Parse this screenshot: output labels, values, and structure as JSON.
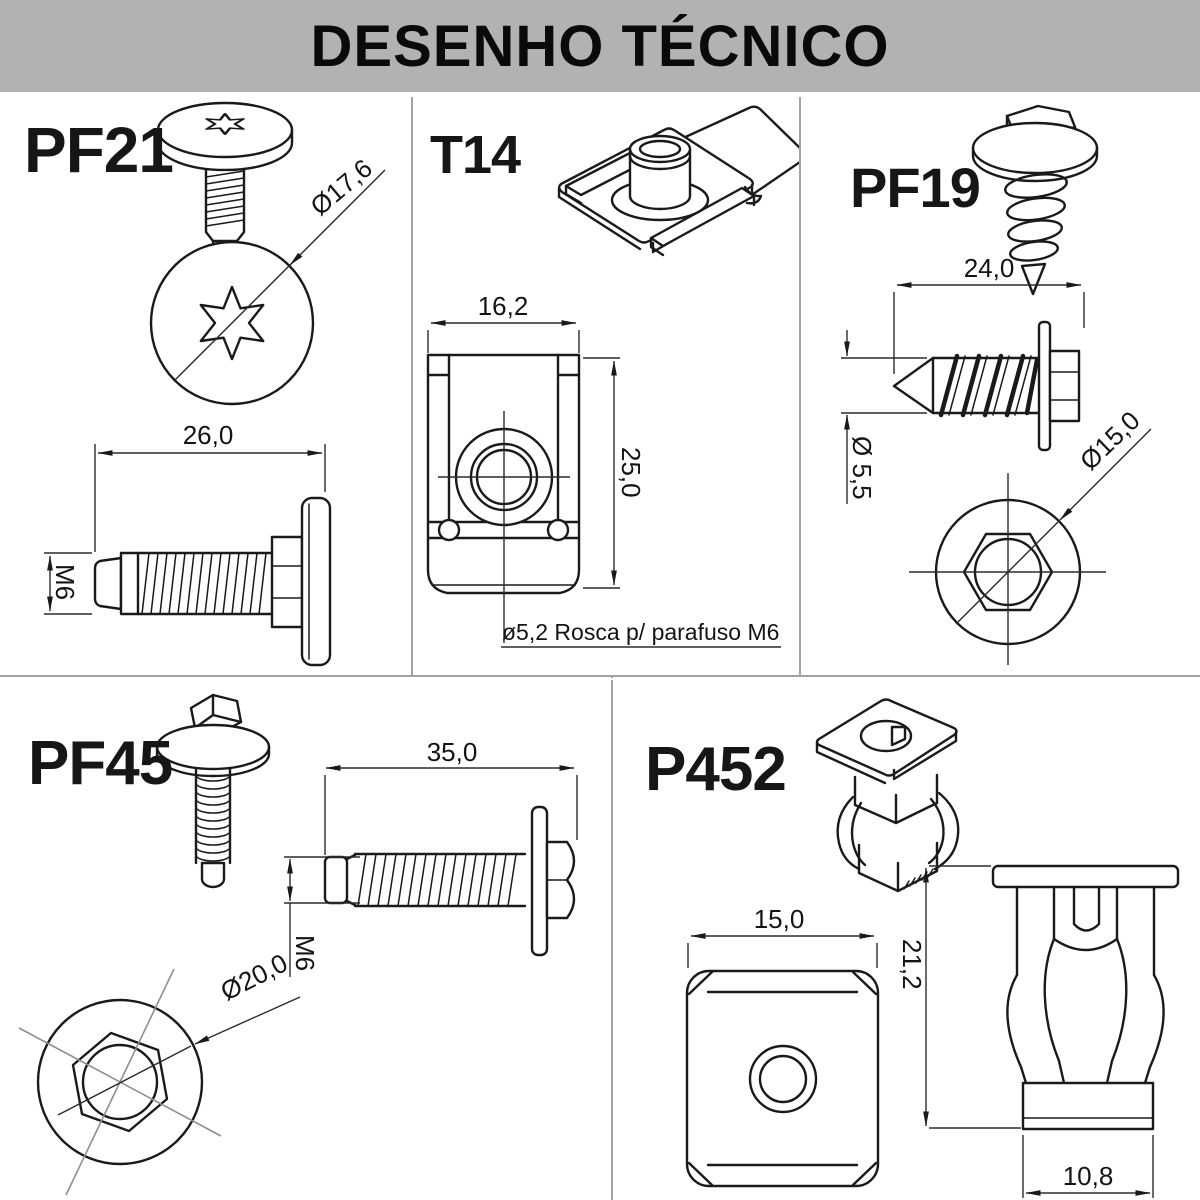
{
  "header": {
    "title": "DESENHO TÉCNICO"
  },
  "colors": {
    "header_bg": "#b2b2b2",
    "divider": "#a3a3a3",
    "line": "#1a1a1a"
  },
  "panels": {
    "pf21": {
      "label": "PF21",
      "dim_head_diameter": "Ø17,6",
      "dim_length": "26,0",
      "dim_thread": "M6"
    },
    "t14": {
      "label": "T14",
      "dim_width": "16,2",
      "dim_height": "25,0",
      "note": "ø5,2 Rosca p/ parafuso M6"
    },
    "pf19": {
      "label": "PF19",
      "dim_length": "24,0",
      "dim_shank_diameter": "Ø 5,5",
      "dim_head_diameter": "Ø15,0"
    },
    "pf45": {
      "label": "PF45",
      "dim_length": "35,0",
      "dim_thread": "M6",
      "dim_head_diameter": "Ø20,0"
    },
    "p452": {
      "label": "P452",
      "dim_width": "15,0",
      "dim_height": "21,2",
      "dim_base_width": "10,8"
    }
  }
}
